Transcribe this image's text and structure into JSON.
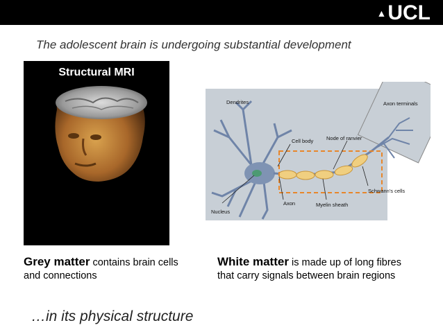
{
  "header": {
    "logo_text": "UCL"
  },
  "subtitle": "The adolescent brain is undergoing substantial development",
  "mri": {
    "label": "Structural MRI"
  },
  "neuron_labels": {
    "dendrites": "Dendrites",
    "axon_terminals": "Axon terminals",
    "cell_body": "Cell body",
    "node_of_ranvier": "Node of ranvier",
    "schwanns_cells": "Schwann's cells",
    "nucleus": "Nucleus",
    "axon": "Axon",
    "myelin_sheath": "Myelin sheath"
  },
  "captions": {
    "left_bold": "Grey matter",
    "left_text": " contains brain cells and connections",
    "right_bold": "White matter",
    "right_text": " is made up of long fibres that carry signals between brain regions"
  },
  "footer": "…in its physical structure",
  "colors": {
    "highlight": "#e8862a",
    "myelin": "#f0cf80",
    "neuron_bg": "#c8cfd6"
  }
}
